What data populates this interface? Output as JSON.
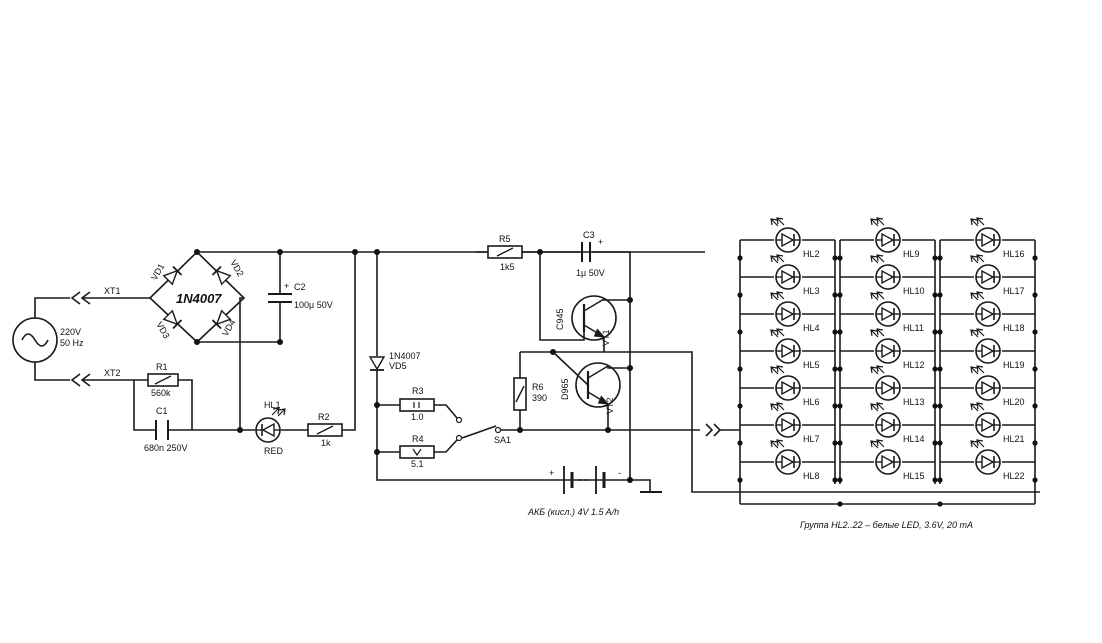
{
  "connectors": {
    "xt1": "XT1",
    "xt2": "XT2"
  },
  "source": {
    "voltage": "220V",
    "frequency": "50 Hz"
  },
  "bridge": {
    "part": "1N4007",
    "vd1": "VD1",
    "vd2": "VD2",
    "vd3": "VD3",
    "vd4": "VD4"
  },
  "r1": {
    "name": "R1",
    "value": "560k"
  },
  "c1": {
    "name": "C1",
    "value": "680n 250V"
  },
  "c2": {
    "name": "C2",
    "value": "100µ 50V"
  },
  "hl1": {
    "name": "HL1",
    "color": "RED"
  },
  "r2": {
    "name": "R2",
    "value": "1k"
  },
  "vd5": {
    "part": "1N4007",
    "name": "VD5"
  },
  "r3": {
    "name": "R3",
    "value": "1.0"
  },
  "r4": {
    "name": "R4",
    "value": "5.1"
  },
  "r5": {
    "name": "R5",
    "value": "1k5"
  },
  "r6": {
    "name": "R6",
    "value": "390"
  },
  "c3": {
    "name": "C3",
    "value": "1µ 50V"
  },
  "vt1": {
    "name": "VT1",
    "part": "C945"
  },
  "vt2": {
    "name": "VT2",
    "part": "D965"
  },
  "sa1": {
    "name": "SA1"
  },
  "battery": {
    "label": "АКБ (кисл.) 4V 1.5 A/h"
  },
  "polarity": {
    "plus": "+",
    "minus": "-"
  },
  "led_columns": [
    [
      "HL2",
      "HL3",
      "HL4",
      "HL5",
      "HL6",
      "HL7",
      "HL8"
    ],
    [
      "HL9",
      "HL10",
      "HL11",
      "HL12",
      "HL13",
      "HL14",
      "HL15"
    ],
    [
      "HL16",
      "HL17",
      "HL18",
      "HL19",
      "HL20",
      "HL21",
      "HL22"
    ]
  ],
  "caption": "Группа HL2..22 – белые LED, 3.6V, 20 mA"
}
